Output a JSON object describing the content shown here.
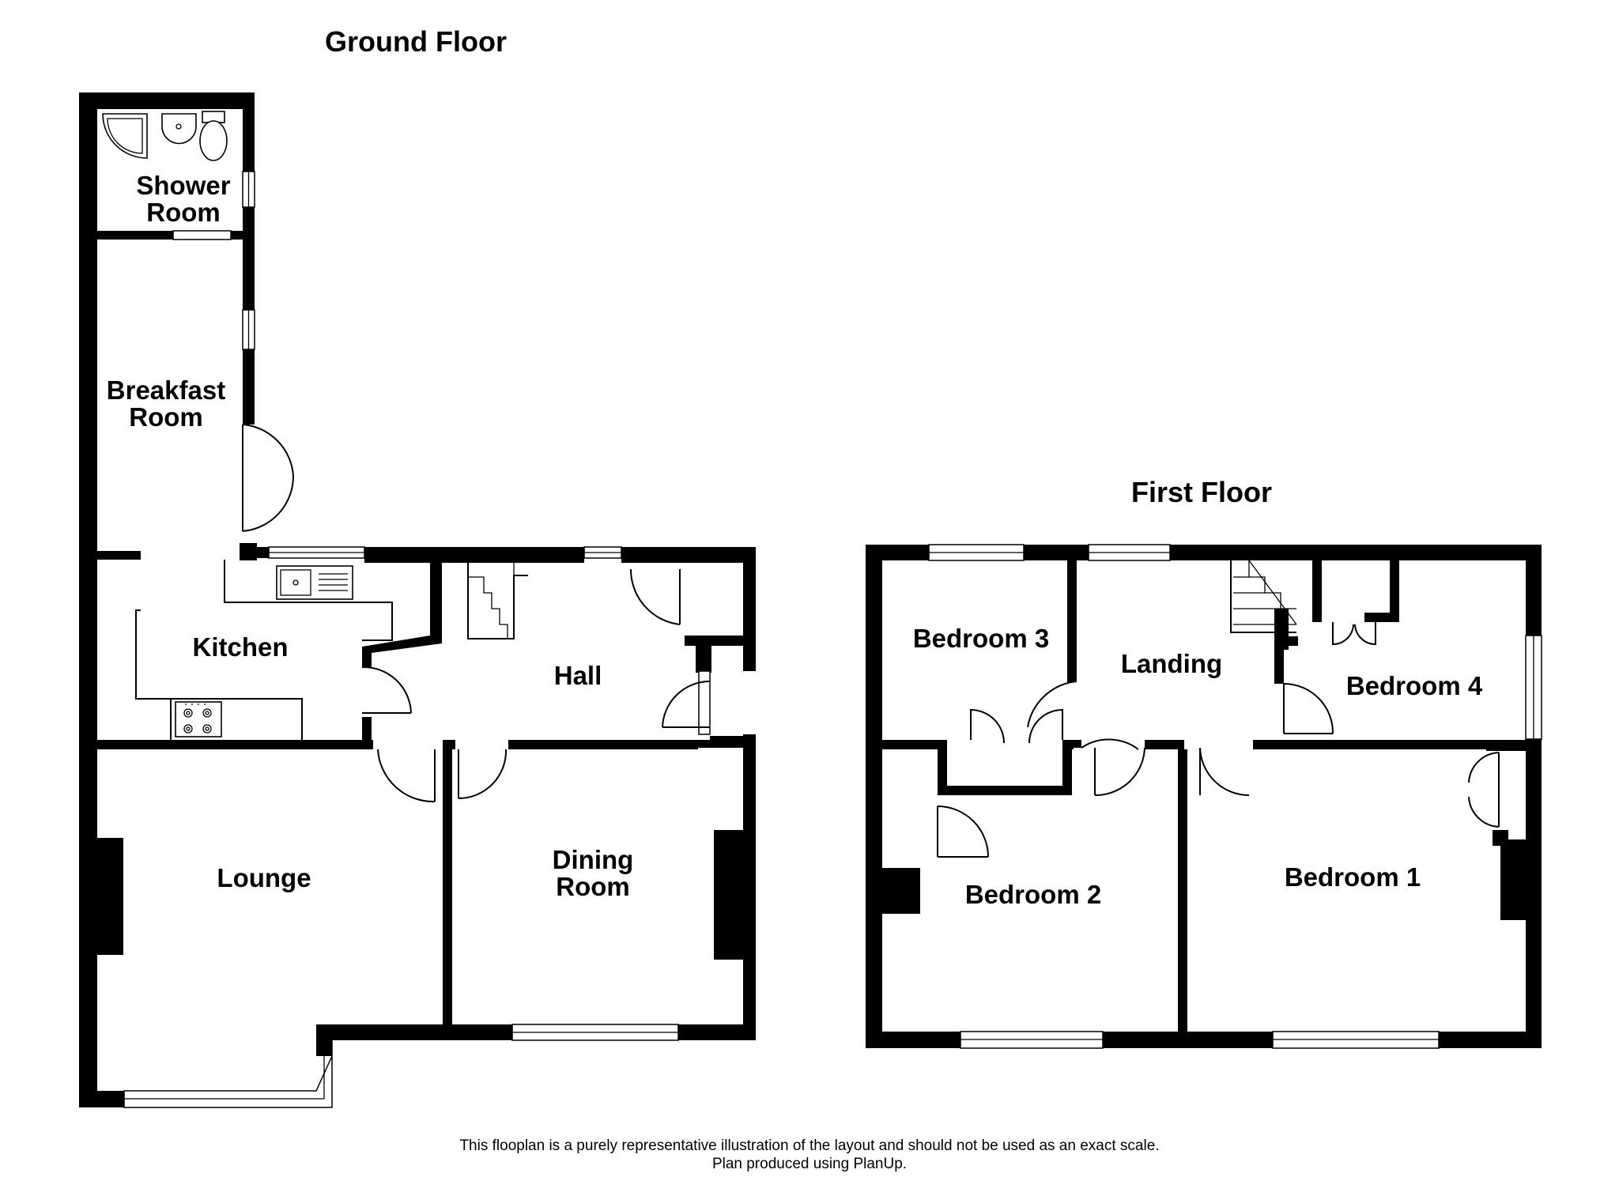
{
  "floors": [
    {
      "title": "Ground Floor",
      "rooms": [
        "Shower",
        "Room",
        "Breakfast",
        "Room",
        "Kitchen",
        "Hall",
        "Lounge",
        "Dining",
        "Room"
      ]
    },
    {
      "title": "First Floor",
      "rooms": [
        "Bedroom 3",
        "Landing",
        "Bedroom 4",
        "Bedroom 2",
        "Bedroom 1"
      ]
    }
  ],
  "footer": {
    "line1": "This flooplan is a purely representative illustration of the layout and should not be used as an exact scale.",
    "line2": "Plan produced using PlanUp."
  }
}
